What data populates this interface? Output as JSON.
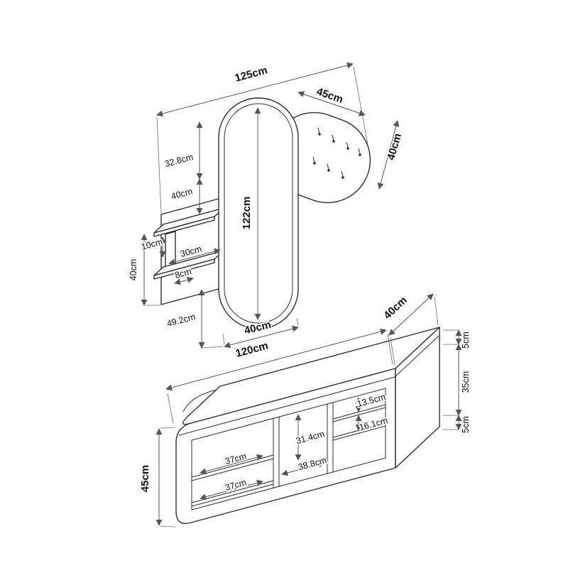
{
  "page": {
    "background": "#ffffff"
  },
  "drawing": {
    "kind": "isometric furniture dimension drawing",
    "subject": "hallway set: oval mirror with coat-hook panel, wall shelves and shoe bench",
    "upper": {
      "overall_width": "125cm",
      "hook_panel_width": "45cm",
      "hook_panel_height": "40cm",
      "mirror_top_offset": "32.8cm",
      "upper_offset": "40cm",
      "mirror_height": "122cm",
      "shelf_clearance": "10cm",
      "shelf_panel_height": "40cm",
      "shelf_width": "30cm",
      "shelf_depth": "8cm",
      "lower_offset": "49.2cm",
      "mirror_width": "40cm"
    },
    "bench": {
      "width": "120cm",
      "depth": "40cm",
      "height": "45cm",
      "top_thickness": "5cm",
      "opening_height": "35cm",
      "base_thickness": "5cm",
      "right_gap_top": "13.5cm",
      "right_gap_bottom": "16.1cm",
      "middle_height": "31.4cm",
      "middle_width": "38.8cm",
      "left_shelf_top": "37cm",
      "left_shelf_bottom": "37cm"
    }
  }
}
